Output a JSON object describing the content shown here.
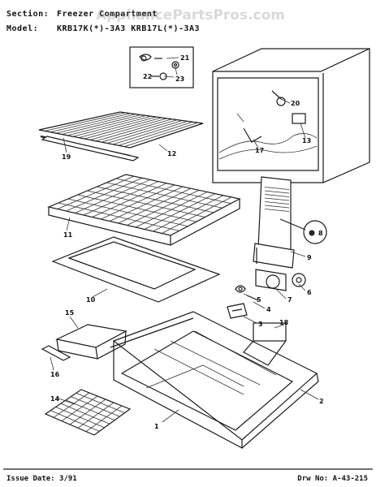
{
  "header": {
    "section_label": "Section:",
    "section_value": "Freezer Compartment",
    "model_label": "Model:",
    "model_value": "KRB17K(*)-3A3  KRB17L(*)-3A3"
  },
  "watermark": "AppliancePartsPros.com",
  "footer": {
    "issue": "Issue Date: 3/91",
    "drawing": "Drw No: A-43-215"
  },
  "callouts": [
    "1",
    "2",
    "3",
    "4",
    "5",
    "6",
    "7",
    "8",
    "9",
    "10",
    "11",
    "12",
    "13",
    "14",
    "15",
    "16",
    "17",
    "18",
    "19",
    "20",
    "21",
    "22",
    "23"
  ]
}
